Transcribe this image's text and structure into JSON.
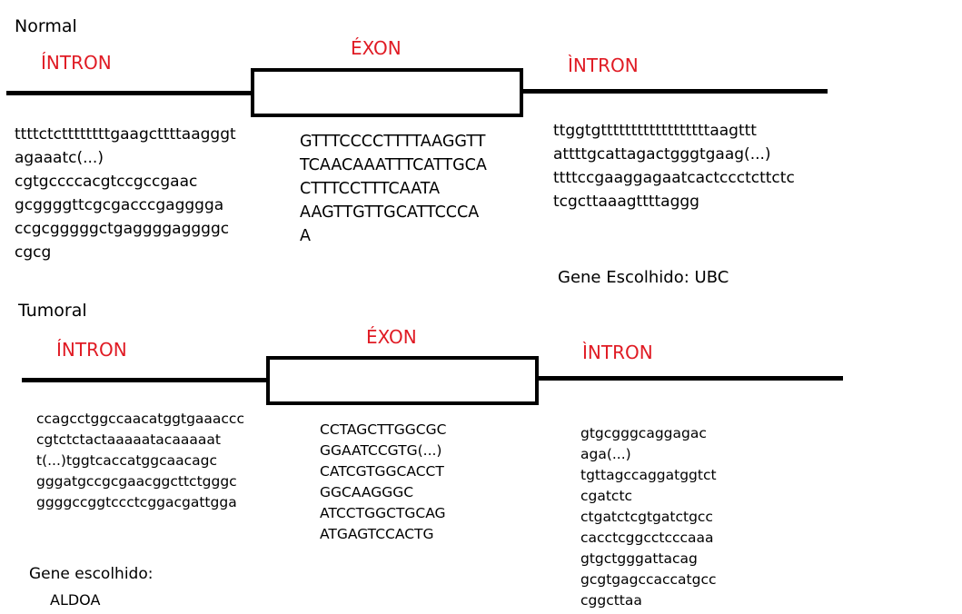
{
  "normal": {
    "title": "Normal",
    "intron_left_label": "ÍNTRON",
    "exon_label": "ÉXON",
    "intron_right_label": "ÌNTRON",
    "intron_left_seq": [
      "ttttctcttttttttgaagcttttaagggt",
      "agaaatc(...)",
      "cgtgccccacgtccgccgaac",
      "gcggggttcgcgacccgagggga",
      "ccgcgggggctgaggggaggggc",
      "cgcg"
    ],
    "exon_seq": [
      "GTTTCCCCTTTTAAGGTT",
      "TCAACAAATTTCATTGCA",
      "CTTTCCTTTCAATA",
      "AAGTTGTTGCATTCCCA",
      "A"
    ],
    "intron_right_seq": [
      "ttggtgttttttttttttttttttaagttt",
      "attttgcattagactgggtgaag(...)",
      "ttttccgaaggagaatcactccctcttctc",
      "tcgcttaaagttttaggg"
    ],
    "gene": "Gene Escolhido: UBC"
  },
  "tumoral": {
    "title": "Tumoral",
    "intron_left_label": "ÍNTRON",
    "exon_label": "ÉXON",
    "intron_right_label": "ÌNTRON",
    "intron_left_seq": [
      "ccagcctggccaacatggtgaaaccc",
      "cgtctctactaaaaatacaaaaat",
      "t(...)tggtcaccatggcaacagc",
      "gggatgccgcgaacggcttctgggc",
      "ggggccggtccctcggacgattgga"
    ],
    "exon_seq": [
      "CCTAGCTTGGCGC",
      "GGAATCCGTG(...)",
      "CATCGTGGCACCT",
      "GGCAAGGGC",
      "ATCCTGGCTGCAG",
      "ATGAGTCCACTG"
    ],
    "intron_right_seq": [
      "gtgcgggcaggagac",
      "aga(...)",
      "tgttagccaggatggtct",
      "cgatctc",
      "ctgatctcgtgatctgcc",
      "cacctcggcctcccaaa",
      "gtgctgggattacag",
      "gcgtgagccaccatgcc",
      "cggcttaa"
    ],
    "gene_label": "Gene escolhido:",
    "gene_name": "ALDOA"
  }
}
